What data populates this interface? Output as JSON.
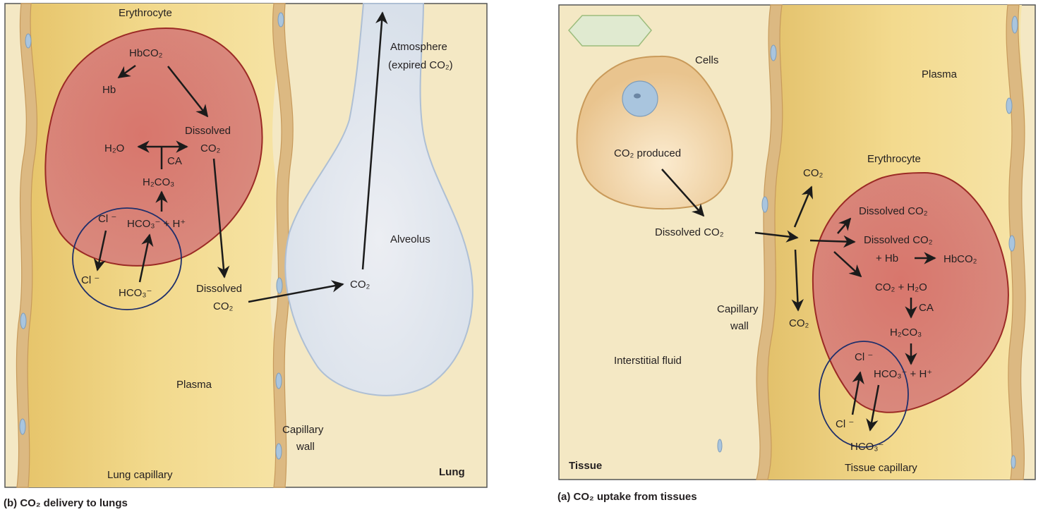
{
  "colors": {
    "interstitial": "#f4e8c4",
    "plasma": "#f2d98c",
    "plasma_dark": "#e8c66c",
    "wall": "#dcb982",
    "wall_stroke": "#c79a5c",
    "nucleus": "#a9c5de",
    "erythrocyte": "#d97a70",
    "erythrocyte_stroke": "#9b2a25",
    "alveolus": "#e4e8ef",
    "alveolus_stroke": "#aebfd4",
    "cell_body": "#eccc98",
    "cell_stroke": "#c99a5a",
    "hexagon": "#e0ead0",
    "hexagon_stroke": "#9cbc7c",
    "circle_highlight": "#1f2f6b",
    "arrow": "#1b1b1b",
    "border": "#555555"
  },
  "panel_b": {
    "caption": "(b) CO₂ delivery to lungs",
    "labels": {
      "erythrocyte": "Erythrocyte",
      "hbco2": "HbCO₂",
      "hb": "Hb",
      "dissolved": "Dissolved",
      "co2_inner": "CO₂",
      "h2o": "H₂O",
      "ca": "CA",
      "h2co3": "H₂CO₃",
      "cl_inner": "Cl ⁻",
      "hco3_plus_h": "HCO₃⁻ + H⁺",
      "cl_outer": "Cl ⁻",
      "hco3_outer": "HCO₃⁻",
      "dissolved_plasma_1": "Dissolved",
      "dissolved_plasma_2": "CO₂",
      "co2_alveolus": "CO₂",
      "atmosphere_1": "Atmosphere",
      "atmosphere_2": "(expired CO₂)",
      "alveolus": "Alveolus",
      "plasma": "Plasma",
      "capillary_wall_1": "Capillary",
      "capillary_wall_2": "wall",
      "lung_capillary": "Lung capillary",
      "lung": "Lung"
    }
  },
  "panel_a": {
    "caption": "(a) CO₂ uptake from tissues",
    "labels": {
      "cells": "Cells",
      "co2_produced": "CO₂ produced",
      "dissolved_co2_interstitial": "Dissolved CO₂",
      "co2_up": "CO₂",
      "co2_down": "CO₂",
      "plasma": "Plasma",
      "erythrocyte": "Erythrocyte",
      "dissolved_co2_1": "Dissolved CO₂",
      "dissolved_co2_2": "Dissolved CO₂",
      "plus_hb": "+ Hb",
      "hbco2": "HbCO₂",
      "co2_plus_h2o": "CO₂ + H₂O",
      "ca": "CA",
      "h2co3": "H₂CO₃",
      "cl_inner": "Cl ⁻",
      "hco3_plus_h": "HCO₃⁻ + H⁺",
      "cl_outer": "Cl ⁻",
      "hco3_outer": "HCO₃⁻",
      "capillary_wall_1": "Capillary",
      "capillary_wall_2": "wall",
      "interstitial_fluid": "Interstitial fluid",
      "tissue": "Tissue",
      "tissue_capillary": "Tissue capillary"
    }
  }
}
